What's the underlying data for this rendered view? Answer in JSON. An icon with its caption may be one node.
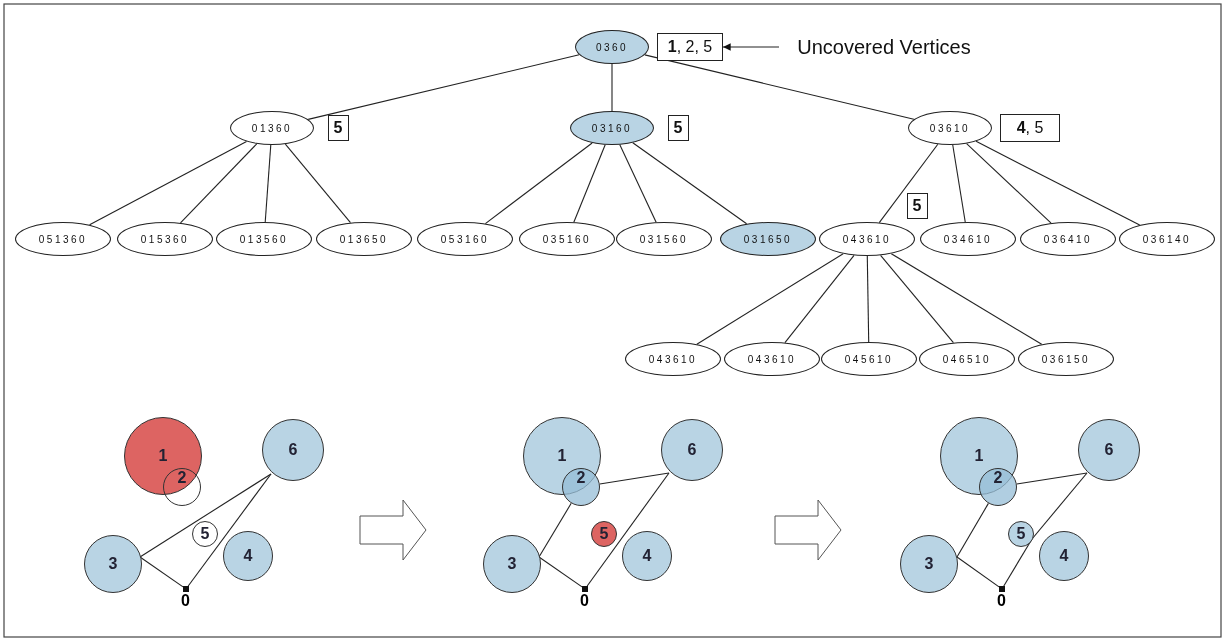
{
  "diagram": {
    "nodes": [
      {
        "text": [
          "0360"
        ]
      },
      {
        "text": [
          "01360"
        ]
      },
      {
        "text": [
          "03160"
        ]
      },
      {
        "text": [
          "03610"
        ]
      },
      {
        "text": [
          "051360"
        ]
      },
      {
        "text": [
          "015360"
        ]
      },
      {
        "text": [
          "013560"
        ]
      },
      {
        "text": [
          "013650"
        ]
      },
      {
        "text": [
          "053160"
        ]
      },
      {
        "text": [
          "035160"
        ]
      },
      {
        "text": [
          "031560"
        ]
      },
      {
        "text": [
          "031650"
        ]
      },
      {
        "text": [
          "043610"
        ]
      },
      {
        "text": [
          "034610"
        ]
      },
      {
        "text": [
          "036410"
        ]
      },
      {
        "text": [
          "036140"
        ]
      },
      {
        "text": [
          "043610"
        ]
      },
      {
        "text": [
          "043610"
        ]
      },
      {
        "text": [
          "045610"
        ]
      },
      {
        "text": [
          "046510"
        ]
      },
      {
        "text": [
          "036150"
        ]
      },
      {
        "text": [
          "**1**, 2, 5"
        ]
      },
      {
        "text": [
          "Uncovered Vertices"
        ]
      },
      {
        "text": [
          "5"
        ]
      },
      {
        "text": [
          "5"
        ]
      },
      {
        "text": [
          "**4**, 5"
        ]
      },
      {
        "text": [
          "5"
        ]
      },
      {
        "text": [
          "1"
        ]
      },
      {
        "text": [
          "2"
        ]
      },
      {
        "text": [
          "6"
        ]
      },
      {
        "text": [
          "5"
        ]
      },
      {
        "text": [
          "3"
        ]
      },
      {
        "text": [
          "4"
        ]
      },
      {
        "text": [
          "0"
        ]
      },
      {
        "text": [
          "1"
        ]
      },
      {
        "text": [
          "2"
        ]
      },
      {
        "text": [
          "6"
        ]
      },
      {
        "text": [
          "5"
        ]
      },
      {
        "text": [
          "3"
        ]
      },
      {
        "text": [
          "4"
        ]
      },
      {
        "text": [
          "0"
        ]
      },
      {
        "text": [
          "1"
        ]
      },
      {
        "text": [
          "2"
        ]
      },
      {
        "text": [
          "6"
        ]
      },
      {
        "text": [
          "5"
        ]
      },
      {
        "text": [
          "3"
        ]
      },
      {
        "text": [
          "4"
        ]
      },
      {
        "text": [
          "0"
        ]
      }
    ],
    "edges": [
      {
        "from": 0,
        "to": 1,
        "arrow": "none"
      },
      {
        "from": 0,
        "to": 2,
        "arrow": "none"
      },
      {
        "from": 0,
        "to": 3,
        "arrow": "none"
      },
      {
        "from": 1,
        "to": 4,
        "arrow": "none"
      },
      {
        "from": 1,
        "to": 5,
        "arrow": "none"
      },
      {
        "from": 1,
        "to": 6,
        "arrow": "none"
      },
      {
        "from": 1,
        "to": 7,
        "arrow": "none"
      },
      {
        "from": 2,
        "to": 8,
        "arrow": "none"
      },
      {
        "from": 2,
        "to": 9,
        "arrow": "none"
      },
      {
        "from": 2,
        "to": 10,
        "arrow": "none"
      },
      {
        "from": 2,
        "to": 11,
        "arrow": "none"
      },
      {
        "from": 3,
        "to": 12,
        "arrow": "none"
      },
      {
        "from": 3,
        "to": 13,
        "arrow": "none"
      },
      {
        "from": 3,
        "to": 14,
        "arrow": "none"
      },
      {
        "from": 3,
        "to": 15,
        "arrow": "none"
      },
      {
        "from": 12,
        "to": 16,
        "arrow": "none"
      },
      {
        "from": 12,
        "to": 17,
        "arrow": "none"
      },
      {
        "from": 12,
        "to": 18,
        "arrow": "none"
      },
      {
        "from": 12,
        "to": 19,
        "arrow": "none"
      },
      {
        "from": 12,
        "to": 20,
        "arrow": "none"
      },
      {
        "from": 22,
        "to": 21,
        "arrow": "to"
      },
      {
        "from": 33,
        "to": 31,
        "arrow": "none"
      },
      {
        "from": 31,
        "to": 29,
        "arrow": "none"
      },
      {
        "from": 33,
        "to": 29,
        "arrow": "none"
      },
      {
        "from": 40,
        "to": 38,
        "arrow": "none"
      },
      {
        "from": 38,
        "to": 35,
        "arrow": "none"
      },
      {
        "from": 35,
        "to": 36,
        "arrow": "none"
      },
      {
        "from": 40,
        "to": 36,
        "arrow": "none"
      },
      {
        "from": 47,
        "to": 45,
        "arrow": "none"
      },
      {
        "from": 45,
        "to": 42,
        "arrow": "none"
      },
      {
        "from": 42,
        "to": 43,
        "arrow": "none"
      },
      {
        "from": 47,
        "to": 44,
        "arrow": "none"
      },
      {
        "from": 44,
        "to": 43,
        "arrow": "none"
      }
    ]
  }
}
